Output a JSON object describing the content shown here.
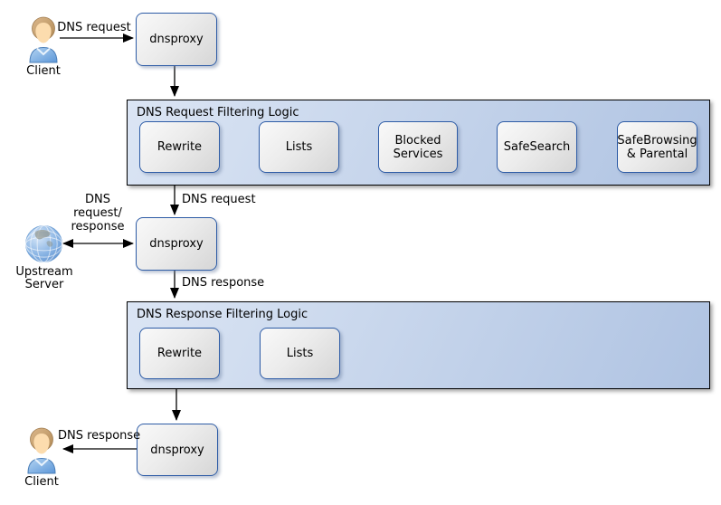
{
  "nodes": {
    "client_top": {
      "label": "Client"
    },
    "dnsproxy_top": {
      "label": "dnsproxy"
    },
    "dnsproxy_mid": {
      "label": "dnsproxy"
    },
    "dnsproxy_bottom": {
      "label": "dnsproxy"
    },
    "upstream_server": {
      "label": "Upstream\nServer"
    },
    "client_bottom": {
      "label": "Client"
    }
  },
  "containers": {
    "request_filter": {
      "title": "DNS Request Filtering Logic",
      "steps": [
        "Rewrite",
        "Lists",
        "Blocked\nServices",
        "SafeSearch",
        "SafeBrowsing\n& Parental"
      ]
    },
    "response_filter": {
      "title": "DNS Response Filtering Logic",
      "steps": [
        "Rewrite",
        "Lists"
      ]
    }
  },
  "edge_labels": {
    "client_to_proxy": "DNS request",
    "filter_to_proxy": "DNS request",
    "upstream_exchange": "DNS\nrequest/\nresponse",
    "proxy_to_response_filter": "DNS response",
    "proxy_to_client": "DNS response"
  },
  "colors": {
    "container_fill_light": "#dbe5f4",
    "container_fill_dark": "#afc3e2",
    "container_border": "#000000",
    "node_fill_light": "#f9f9f9",
    "node_fill_dark": "#d6d6d6",
    "node_border": "#2e5ca6",
    "arrow": "#000000"
  }
}
